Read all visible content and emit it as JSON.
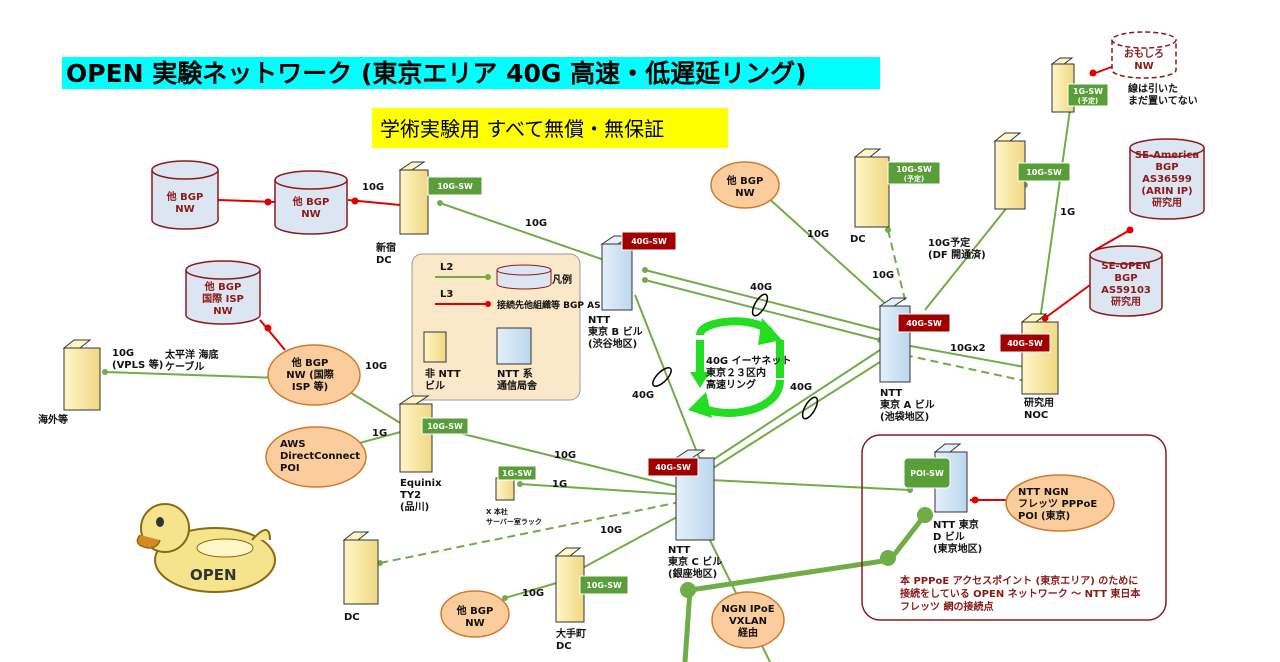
{
  "title": "OPEN 実験ネットワーク (東京エリア 40G 高速・低遅延リング)",
  "subtitle": "学術実験用 すべて無償・無保証",
  "colors": {
    "title_bg": "#00ffff",
    "subtitle_bg": "#ffff00",
    "green": "#70ad47",
    "red": "#e00000",
    "sw_green": "#5a9e3a",
    "sw_red": "#a00000"
  },
  "legend": {
    "title": "凡例",
    "l2": "L2",
    "l3": "L3",
    "bgp": "接続先他組織等 BGP AS",
    "non_ntt_1": "非 NTT",
    "non_ntt_2": "ビル",
    "ntt_1": "NTT 系",
    "ntt_2": "通信局舎"
  },
  "switches": {
    "shinjuku": "10G-SW",
    "shibuya": "40G-SW",
    "equinix": "10G-SW",
    "ginza": "40G-SW",
    "x_rack": "1G-SW",
    "otemachi": "10G-SW",
    "dc_yotei": "10G-SW",
    "yotei_sub": "(予定)",
    "top_right": "10G-SW",
    "ikebukuro": "40G-SW",
    "noc": "40G-SW",
    "top_1g": "1G-SW",
    "top_1g_sub": "(予定)",
    "poi": "POI-SW"
  },
  "clouds": {
    "bgp_top": [
      "他 BGP",
      "NW"
    ],
    "isp": [
      "他 BGP",
      "NW (国際",
      "ISP 等)"
    ],
    "aws": [
      "AWS",
      "DirectConnect",
      "POI"
    ],
    "bgp_bottom": [
      "他 BGP",
      "NW"
    ],
    "ngn_ipoe": [
      "NGN IPoE",
      "VXLAN",
      "経由"
    ],
    "ngn_pppoe": [
      "NTT NGN",
      "フレッツ PPPoE",
      "POI (東京)"
    ]
  },
  "cylinders": {
    "bgp1": [
      "他 BGP",
      "NW"
    ],
    "bgp2": [
      "他 BGP",
      "NW"
    ],
    "intl_isp": [
      "他 BGP",
      "国際 ISP",
      "NW"
    ],
    "omoshiro": [
      "おもしろ",
      "NW"
    ],
    "se_america": [
      "SE-America",
      "BGP",
      "AS36599",
      "(ARIN IP)",
      "研究用"
    ],
    "se_open": [
      "SE-OPEN",
      "BGP",
      "AS59103",
      "研究用"
    ]
  },
  "labels": {
    "shinjuku": [
      "新宿",
      "DC"
    ],
    "shibuya": [
      "NTT",
      "東京 B ビル",
      "(渋谷地区)"
    ],
    "ikebukuro": [
      "NTT",
      "東京 A ビル",
      "(池袋地区)"
    ],
    "ginza": [
      "NTT",
      "東京 C ビル",
      "(銀座地区)"
    ],
    "equinix": [
      "Equinix",
      "TY2",
      "(品川)"
    ],
    "otemachi": [
      "大手町",
      "DC"
    ],
    "noc": [
      "研究用",
      "NOC"
    ],
    "dc_upper": "DC",
    "dc_lower": "DC",
    "overseas": "海外等",
    "x_rack": [
      "X 本社",
      "サーバー室ラック"
    ],
    "tokyo_d": [
      "NTT 東京",
      "D ビル",
      "(東京地区)"
    ],
    "ring": [
      "40G イーサネット",
      "東京２３区内",
      "高速リング"
    ],
    "not_placed": [
      "線は引いた",
      "まだ置いてない"
    ],
    "pacific": [
      "太平洋 海底",
      "ケーブル"
    ],
    "pppoe_note": [
      "本 PPPoE アクセスポイント (東京エリア) のために",
      "接続をしている OPEN ネットワーク ～ NTT 東日本",
      "フレッツ 網の接続点"
    ],
    "duck": "OPEN",
    "dc_plan": [
      "10G予定",
      "(DF 開通済)"
    ]
  },
  "links": {
    "g10_shinjuku": "10G",
    "g10_sh_shibuya": "10G",
    "g10_vpls": [
      "10G",
      "(VPLS 等)"
    ],
    "g10_isp_eq": "10G",
    "g1_aws": "1G",
    "g40_top": "40G",
    "g40_left": "40G",
    "g40_right": "40G",
    "g10_eq_ginza": "10G",
    "g1_x": "1G",
    "g10_ginza_ote": "10G",
    "g10_ote_bgp": "10G",
    "g10_nw_ike": "10G",
    "g10_dc_ike": "10G",
    "g1_top": "1G",
    "g10x2": "10Gx2"
  }
}
